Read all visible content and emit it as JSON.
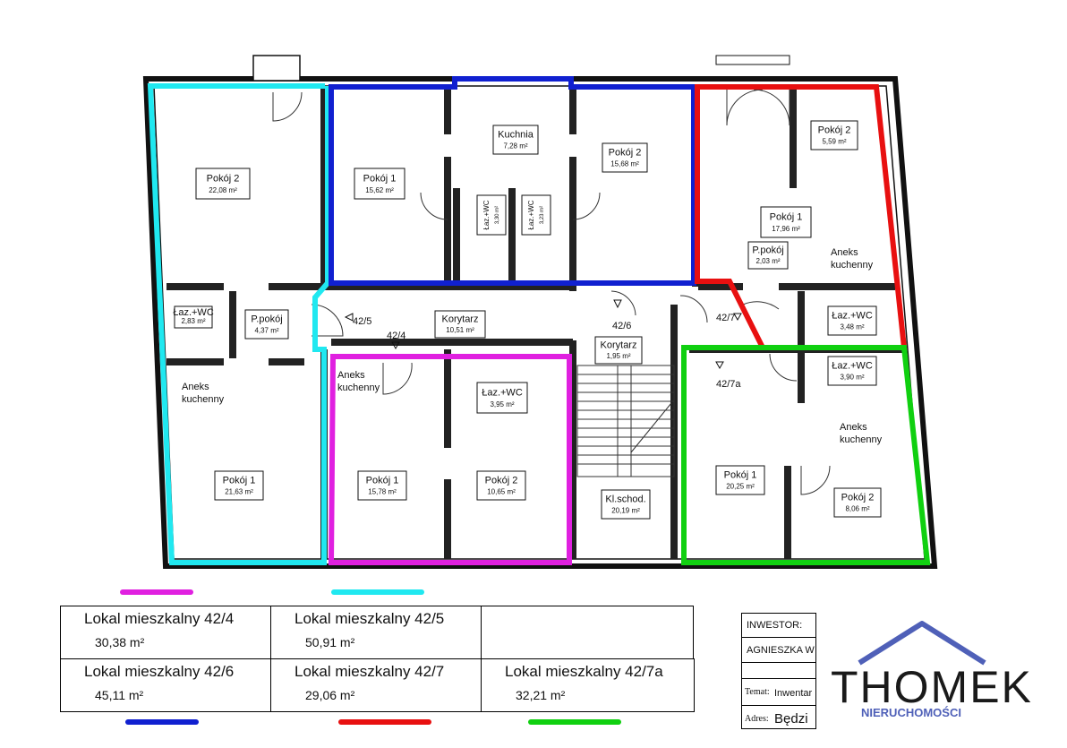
{
  "rooms": [
    {
      "id": "r1",
      "name": "Pokój 2",
      "area": "22,08 m²"
    },
    {
      "id": "r2",
      "name": "Pokój 1",
      "area": "15,62 m²"
    },
    {
      "id": "r3",
      "name": "Kuchnia",
      "area": "7,28 m²"
    },
    {
      "id": "r4",
      "name": "Pokój 2",
      "area": "15,68 m²"
    },
    {
      "id": "r5",
      "name": "Łaz.+WC",
      "area": "3,30 m²"
    },
    {
      "id": "r6",
      "name": "Łaz.+WC",
      "area": "3,23 m²"
    },
    {
      "id": "r7",
      "name": "Pokój 2",
      "area": "5,59 m²"
    },
    {
      "id": "r8",
      "name": "Pokój 1",
      "area": "17,96 m²"
    },
    {
      "id": "r9",
      "name": "P.pokój",
      "area": "2,03 m²"
    },
    {
      "id": "r10",
      "name": "Łaz.+WC",
      "area": "2,83 m²"
    },
    {
      "id": "r11",
      "name": "P.pokój",
      "area": "4,37 m²"
    },
    {
      "id": "r12",
      "name": "Korytarz",
      "area": "10,51 m²"
    },
    {
      "id": "r13",
      "name": "Korytarz",
      "area": "1,95 m²"
    },
    {
      "id": "r14",
      "name": "Łaz.+WC",
      "area": "3,48 m²"
    },
    {
      "id": "r15",
      "name": "Łaz.+WC",
      "area": "3,90 m²"
    },
    {
      "id": "r16",
      "name": "Łaz.+WC",
      "area": "3,95 m²"
    },
    {
      "id": "r17",
      "name": "Pokój 1",
      "area": "21,63 m²"
    },
    {
      "id": "r18",
      "name": "Pokój 1",
      "area": "15,78 m²"
    },
    {
      "id": "r19",
      "name": "Pokój 2",
      "area": "10,65 m²"
    },
    {
      "id": "r20",
      "name": "Kl.schod.",
      "area": "20,19 m²"
    },
    {
      "id": "r21",
      "name": "Pokój 1",
      "area": "20,25 m²"
    },
    {
      "id": "r22",
      "name": "Pokój 2",
      "area": "8,06 m²"
    }
  ],
  "free_labels": {
    "aneks_1": [
      "Aneks",
      "kuchenny"
    ],
    "aneks_2": [
      "Aneks",
      "kuchenny"
    ],
    "aneks_3": [
      "Aneks",
      "kuchenny"
    ],
    "aneks_4": [
      "Aneks",
      "kuchenny"
    ]
  },
  "door_marks": {
    "m_42_5": "42/5",
    "m_42_4": "42/4",
    "m_42_6": "42/6",
    "m_42_7": "42/7",
    "m_42_7a": "42/7a"
  },
  "units": [
    {
      "title": "Lokal mieszkalny 42/4",
      "area": "30,38 m²",
      "color": "#e020e0"
    },
    {
      "title": "Lokal mieszkalny 42/5",
      "area": "50,91 m²",
      "color": "#20e8f0"
    },
    {
      "title": "Lokal mieszkalny 42/6",
      "area": "45,11 m²",
      "color": "#1020d0"
    },
    {
      "title": "Lokal mieszkalny 42/7",
      "area": "29,06 m²",
      "color": "#e81010"
    },
    {
      "title": "Lokal mieszkalny 42/7a",
      "area": "32,21 m²",
      "color": "#10d010"
    }
  ],
  "investor_box": {
    "label": "INWESTOR:",
    "name": "AGNIESZKA W",
    "temat_label": "Temat:",
    "temat_value": "Inwentar",
    "adres_label": "Adres:",
    "adres_value": "Będzi"
  },
  "logo": {
    "brand": "THOMEK",
    "tagline": "NIERUCHOMOŚCI",
    "color_dark": "#1a1a1a",
    "color_accent": "#4f60b8"
  }
}
